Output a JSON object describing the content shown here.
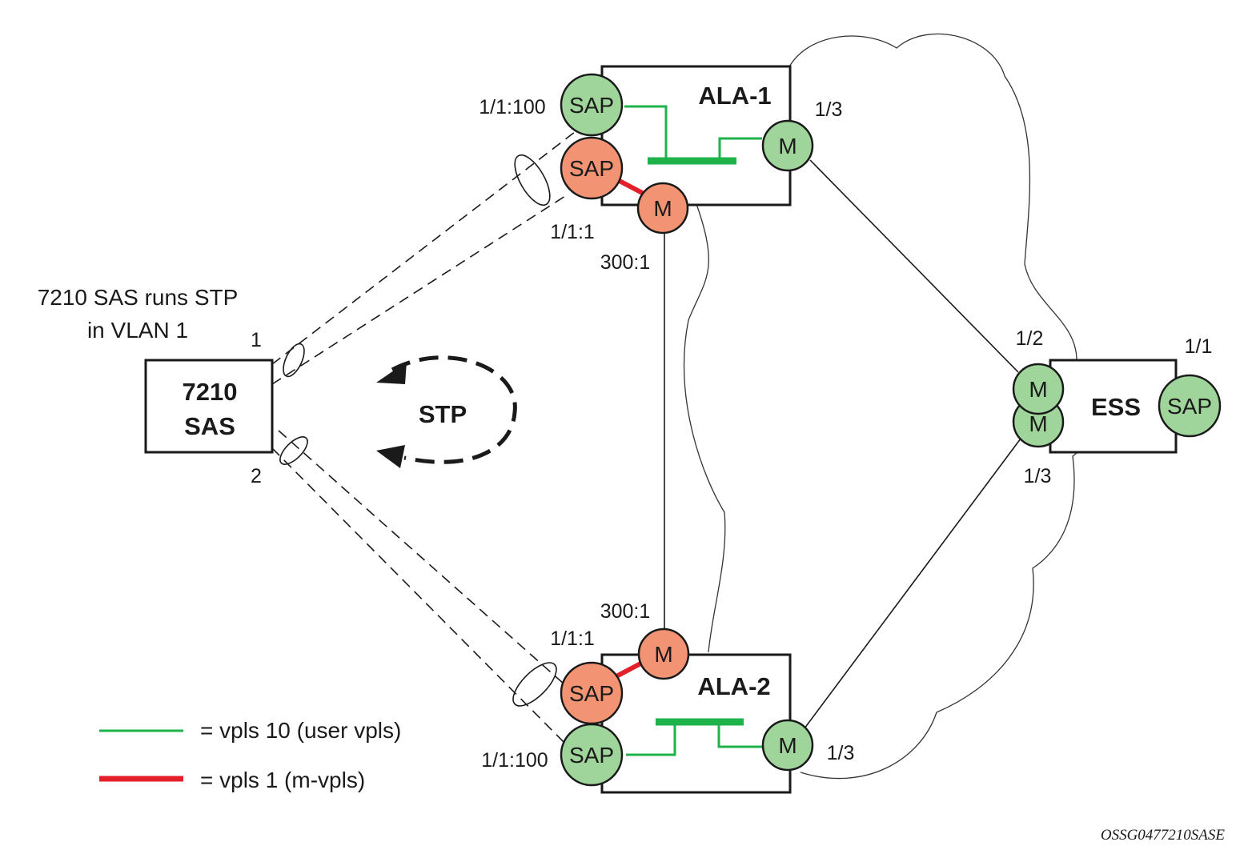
{
  "note": {
    "line1": "7210 SAS runs STP",
    "line2": "in VLAN 1"
  },
  "sas_box": {
    "line1": "7210",
    "line2": "SAS",
    "port_top": "1",
    "port_bottom": "2"
  },
  "stp_label": "STP",
  "ala1": {
    "title": "ALA-1",
    "sap_green": "SAP",
    "sap_red": "SAP",
    "mesh_green": "M",
    "mesh_red": "M",
    "label_sap_green": "1/1:100",
    "label_sap_red": "1/1:1",
    "label_mesh_red": "300:1",
    "label_mesh_green": "1/3"
  },
  "ala2": {
    "title": "ALA-2",
    "sap_green": "SAP",
    "sap_red": "SAP",
    "mesh_green": "M",
    "mesh_red": "M",
    "label_sap_green": "1/1:100",
    "label_sap_red": "1/1:1",
    "label_mesh_red": "300:1",
    "label_mesh_green": "1/3"
  },
  "ess": {
    "title": "ESS",
    "sap": "SAP",
    "mesh_top": "M",
    "mesh_bottom": "M",
    "label_mesh_top": "1/2",
    "label_mesh_bottom": "1/3",
    "label_sap": "1/1"
  },
  "legend": {
    "green_text": "= vpls 10 (user vpls)",
    "red_text": "= vpls 1 (m-vpls)",
    "green_color": "#1db34a",
    "red_color": "#e3202a"
  },
  "colors": {
    "green_fill": "#9fd49b",
    "red_fill": "#f29474"
  },
  "caption": "OSSG0477210SASE"
}
